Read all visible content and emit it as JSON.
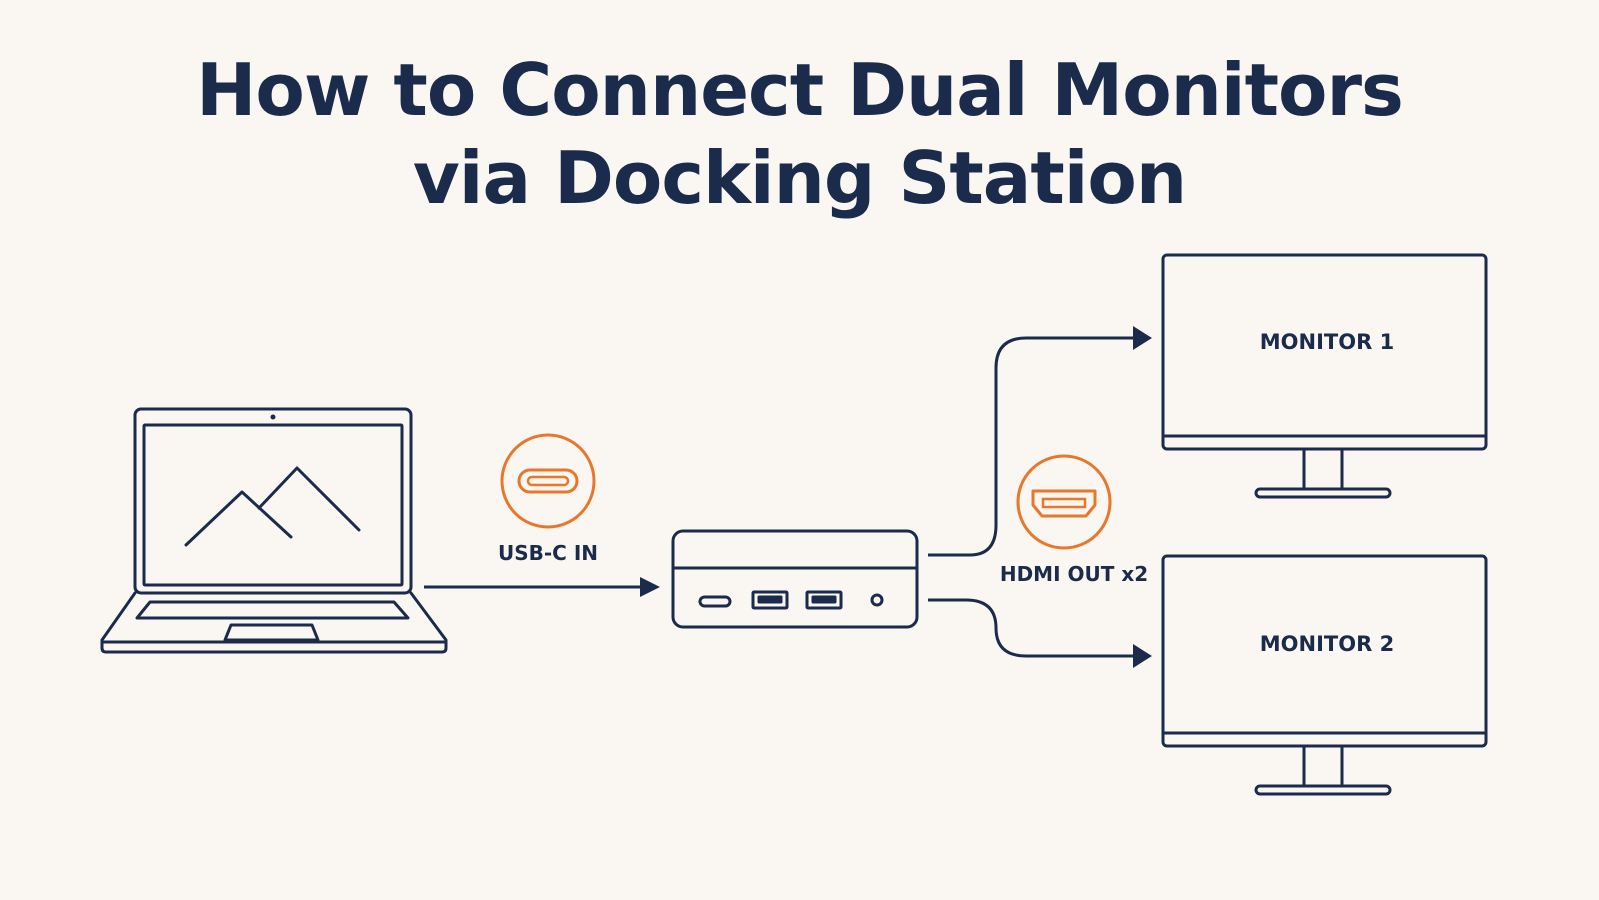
{
  "title": {
    "line1": "How to Connect Dual Monitors",
    "line2": "via Docking Station"
  },
  "labels": {
    "usb_c_in": "USB-C IN",
    "hdmi_out": "HDMI OUT x2",
    "monitor_1": "MONITOR 1",
    "monitor_2": "MONITOR 2"
  },
  "icons": {
    "laptop": "laptop-icon",
    "dock": "docking-station-icon",
    "usb_c": "usb-c-port-icon",
    "hdmi": "hdmi-port-icon",
    "monitor": "monitor-icon"
  },
  "colors": {
    "background": "#faf7f2",
    "line": "#1b2b4b",
    "accent": "#e8762b"
  }
}
